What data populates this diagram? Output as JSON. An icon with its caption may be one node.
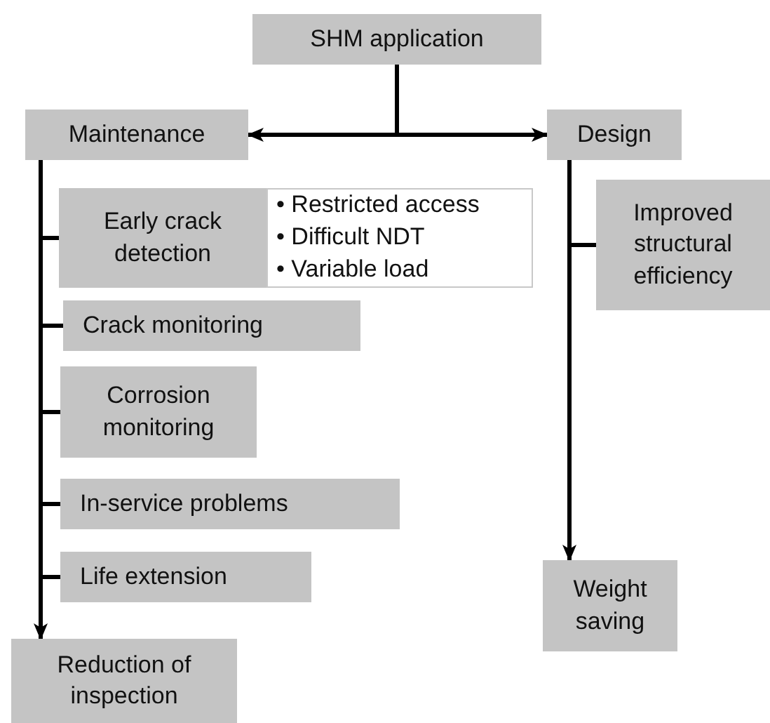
{
  "diagram": {
    "nodes": [
      {
        "text": [
          "SHM application"
        ]
      },
      {
        "text": [
          "Maintenance"
        ]
      },
      {
        "text": [
          "Design"
        ]
      },
      {
        "text": [
          "Early crack detection"
        ]
      },
      {
        "text": [
          "• Restricted access",
          "• Difficult NDT",
          "• Variable load"
        ]
      },
      {
        "text": [
          "Crack monitoring"
        ]
      },
      {
        "text": [
          "Corrosion monitoring"
        ]
      },
      {
        "text": [
          "In-service problems"
        ]
      },
      {
        "text": [
          "Life extension"
        ]
      },
      {
        "text": [
          "Reduction of inspection"
        ]
      },
      {
        "text": [
          "Improved structural efficiency"
        ]
      },
      {
        "text": [
          "Weight saving"
        ]
      }
    ],
    "edges": [
      {
        "from": 0,
        "to": 1,
        "arrow": "to"
      },
      {
        "from": 0,
        "to": 2,
        "arrow": "to"
      },
      {
        "from": 1,
        "to": 3,
        "arrow": "none"
      },
      {
        "from": 1,
        "to": 5,
        "arrow": "none"
      },
      {
        "from": 1,
        "to": 6,
        "arrow": "none"
      },
      {
        "from": 1,
        "to": 7,
        "arrow": "none"
      },
      {
        "from": 1,
        "to": 8,
        "arrow": "none"
      },
      {
        "from": 1,
        "to": 9,
        "arrow": "to"
      },
      {
        "from": 2,
        "to": 10,
        "arrow": "none"
      },
      {
        "from": 2,
        "to": 11,
        "arrow": "to"
      }
    ]
  }
}
